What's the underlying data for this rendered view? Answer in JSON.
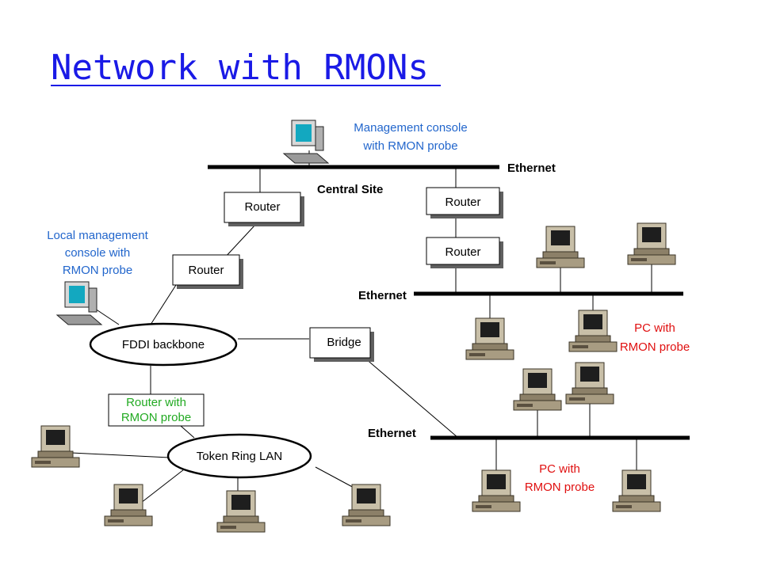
{
  "title": "Network with RMONs",
  "labels": {
    "mgmt_console": [
      "Management console",
      "with RMON probe"
    ],
    "local_mgmt": [
      "Local management",
      "console with",
      "RMON probe"
    ],
    "central_site": "Central Site",
    "ethernet_top": "Ethernet",
    "ethernet_mid": "Ethernet",
    "ethernet_bottom": "Ethernet",
    "router_a": "Router",
    "router_b": "Router",
    "router_c": "Router",
    "router_d": "Router",
    "bridge": "Bridge",
    "fddi": "FDDI backbone",
    "token_ring": "Token Ring LAN",
    "router_probe": [
      "Router with",
      "RMON probe"
    ],
    "pc_probe_1": [
      "PC with",
      "RMON probe"
    ],
    "pc_probe_2": [
      "PC with",
      "RMON probe"
    ]
  },
  "colors": {
    "title": "#1a1ae6",
    "blue_label": "#2266cc",
    "red_label": "#e01010",
    "green_label": "#22aa22",
    "line": "#000000"
  },
  "icons": {
    "computer": "desktop-computer-icon",
    "workstation": "management-workstation-icon"
  }
}
